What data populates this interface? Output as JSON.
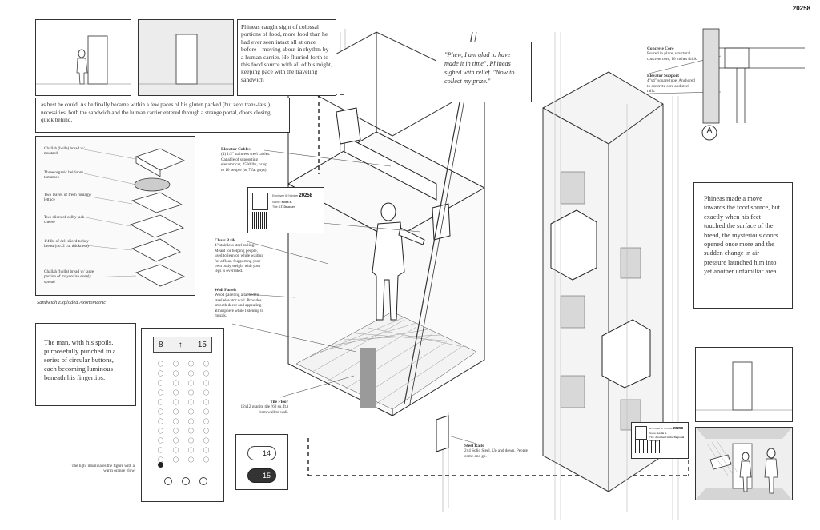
{
  "sheet_number": "20258",
  "story": {
    "p1": "Phineas caught sight of colossal portions of food, more food than he had ever seen intact all at once before-- moving about in rhythm by a human carrier. He flurried forth to this food source with all of his might, keeping pace with the traveling sandwich",
    "p1_cont": "as best be could. As he finally became within a few paces of his gluten packed (but zero trans-fats!) necessities, both the sandwich and the human carrier entered through a strange portal, doors closing quick behind.",
    "quote": "\"Phew, I am glad to have made it in time\", Phineas sighed with relief. \"Now to collect my prize.\"",
    "buttons": "The man, with his spoils, purposefully punched in a series of circular buttons, each becoming luminous beneath his fingertips.",
    "move": "Phineas made a move towards the food source, but exactly when his feet touched the surface of the bread, the mysterious doors opened once more and the sudden change in air pressure launched him into yet another unfamiliar area."
  },
  "sandwich": {
    "caption": "Sandwich Exploded Axonometric",
    "layers": [
      "Challah (holla) bread w/ mustard",
      "Three organic heirloom tomatoes",
      "Two leaves of fresh romaine lettuce",
      "Two slices of colby jack cheese",
      "1/4 lb. of deli sliced turkey breast (no. 2 cut thickness)",
      "Challah (holla) bread w/ large portion of mayonaise evenly spread"
    ]
  },
  "badge": {
    "employee_id_label": "Employee ID Number",
    "id": "20258",
    "name_label": "Name:",
    "name": "Miles B.",
    "title_label": "Title:",
    "title": "I.T. Drucker"
  },
  "badge2": {
    "employee_id_label": "Employee ID Number",
    "id": "20258",
    "name_label": "Name:",
    "name": "Leslie S.",
    "title_label": "Title:",
    "title": "Assistant to the Regional Manager"
  },
  "annotations": {
    "cables_title": "Elevator Cables",
    "cables_body": "(4) 1/2\" stainless steel cables. Capable of supporting elevator car, 2500 lbs, or up to 10 people (or 7 fat guys).",
    "rails_title": "Chair Rails",
    "rails_body": "4\" stainless steel railing. Meant for helping people, used to lean on while waiting for a floor. Supporting your own body weight with your legs is overrated.",
    "wall_title": "Wall Panels",
    "wall_body": "Wood paneling attached to steel elevator wall. Provides smooth decor and appealing atmosphere while listening to muzak.",
    "tile_title": "Tile Floor",
    "tile_body": "12x12 granite tile (60 sq. ft.) from wall to wall.",
    "steel_title": "Steel Rails",
    "steel_body": "2x4 Solid Steel. Up and down. People come and go.",
    "concrete_title": "Concrete Core",
    "concrete_body": "Poured in place, structural concrete core, 10 inches thick.",
    "support_title": "Elevator Support",
    "support_body": "4\"x4\" square tube. Anchored to concrete core and steel rails.",
    "light_note": "The light illuminates the figure with a warm orange glow",
    "detail_marker": "A"
  },
  "panel": {
    "floor_left": "8",
    "arrow": "↑",
    "floor_right": "15",
    "zoom_buttons": [
      "14",
      "15"
    ]
  }
}
